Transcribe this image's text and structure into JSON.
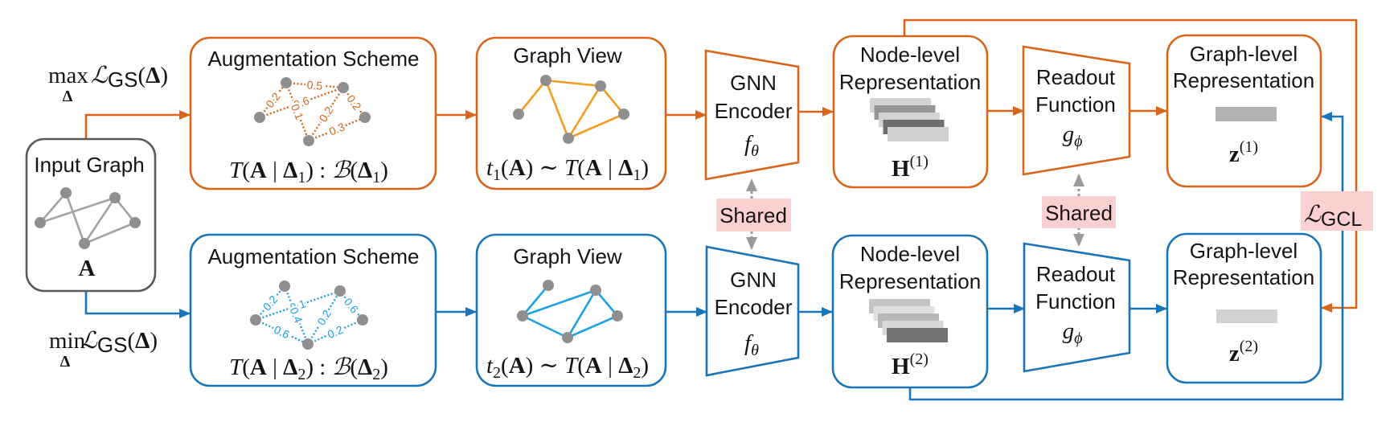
{
  "colors": {
    "view1": "#d8661a",
    "view2": "#1a75b8",
    "view1_edges": "#f39c1f",
    "view2_edges": "#1ea0e6",
    "input_edges": "#a3a3a3",
    "node": "#8f8f8f",
    "input_border": "#5a5a5a",
    "shared_bg": "#fbd0d0",
    "shared_link": "#9a9a9a"
  },
  "input_graph": {
    "title": "Input Graph",
    "symbol": "A",
    "edges": [
      [
        2,
        0
      ],
      [
        0,
        4
      ],
      [
        2,
        1
      ],
      [
        1,
        4
      ],
      [
        1,
        3
      ],
      [
        4,
        3
      ]
    ]
  },
  "branches": [
    {
      "objective": [
        "max",
        "Δ",
        "ℒ",
        "GS",
        "(",
        "Δ",
        ")"
      ],
      "augmentation": {
        "title": "Augmentation Scheme",
        "formula": [
          "T",
          "(",
          "A",
          " | ",
          "Δ",
          "1",
          ") : ",
          "ℬ",
          "(",
          "Δ",
          "1",
          ")"
        ],
        "edges": [
          {
            "from": 2,
            "to": 0,
            "weight": "0.2"
          },
          {
            "from": 0,
            "to": 1,
            "weight": "0.5"
          },
          {
            "from": 2,
            "to": 1,
            "weight": "0.6"
          },
          {
            "from": 0,
            "to": 4,
            "weight": "0.1"
          },
          {
            "from": 4,
            "to": 1,
            "weight": "0.2"
          },
          {
            "from": 1,
            "to": 3,
            "weight": "0.2"
          },
          {
            "from": 4,
            "to": 3,
            "weight": "0.3"
          }
        ]
      },
      "graph_view": {
        "title": "Graph View",
        "formula": [
          "t",
          "1",
          "(",
          "A",
          ") ∼ ",
          "T",
          "(",
          "A",
          " | ",
          "Δ",
          "1",
          ")"
        ],
        "edges": [
          [
            2,
            0
          ],
          [
            0,
            1
          ],
          [
            0,
            4
          ],
          [
            1,
            4
          ],
          [
            1,
            3
          ],
          [
            3,
            4
          ]
        ]
      },
      "encoder": {
        "line1": "GNN",
        "line2": "Encoder",
        "symbol": "f",
        "symbol_sub": "θ"
      },
      "node_repr": {
        "line1": "Node-level",
        "line2": "Representation",
        "symbol": "H",
        "sup": "(1)",
        "feature_shades": [
          "#d3d3d3",
          "#969696",
          "#d3d3d3",
          "#6e6e6e",
          "#cfcfcf"
        ]
      },
      "readout": {
        "line1": "Readout",
        "line2": "Function",
        "symbol": "g",
        "symbol_sub": "ϕ"
      },
      "graph_repr": {
        "line1": "Graph-level",
        "line2": "Representation",
        "symbol": "z",
        "sup": "(1)",
        "bar_color": "#b3b3b3"
      }
    },
    {
      "objective": [
        "min",
        "Δ",
        "ℒ",
        "GS",
        "(",
        "Δ",
        ")"
      ],
      "augmentation": {
        "title": "Augmentation Scheme",
        "formula": [
          "T",
          "(",
          "A",
          " | ",
          "Δ",
          "2",
          ") : ",
          "ℬ",
          "(",
          "Δ",
          "2",
          ")"
        ],
        "edges": [
          {
            "from": 2,
            "to": 0,
            "weight": "0.2"
          },
          {
            "from": 2,
            "to": 1,
            "weight": "0.1"
          },
          {
            "from": 0,
            "to": 4,
            "weight": "0.4"
          },
          {
            "from": 4,
            "to": 1,
            "weight": "0.2"
          },
          {
            "from": 1,
            "to": 3,
            "weight": "0.6"
          },
          {
            "from": 4,
            "to": 3,
            "weight": "0.2"
          },
          {
            "from": 2,
            "to": 4,
            "weight": "0.6"
          }
        ]
      },
      "graph_view": {
        "title": "Graph View",
        "formula": [
          "t",
          "2",
          "(",
          "A",
          ") ∼ ",
          "T",
          "(",
          "A",
          " | ",
          "Δ",
          "2",
          ")"
        ],
        "edges": [
          [
            0,
            2
          ],
          [
            2,
            1
          ],
          [
            1,
            4
          ],
          [
            1,
            3
          ],
          [
            2,
            4
          ],
          [
            3,
            4
          ]
        ]
      },
      "encoder": {
        "line1": "GNN",
        "line2": "Encoder",
        "symbol": "f",
        "symbol_sub": "θ"
      },
      "node_repr": {
        "line1": "Node-level",
        "line2": "Representation",
        "symbol": "H",
        "sup": "(2)",
        "feature_shades": [
          "#c4c4c4",
          "#e0e0e0",
          "#b8b8b8",
          "#d8d8d8",
          "#737373"
        ]
      },
      "readout": {
        "line1": "Readout",
        "line2": "Function",
        "symbol": "g",
        "symbol_sub": "ϕ"
      },
      "graph_repr": {
        "line1": "Graph-level",
        "line2": "Representation",
        "symbol": "z",
        "sup": "(2)",
        "bar_color": "#d3d3d3"
      }
    }
  ],
  "shared_labels": {
    "encoder": "Shared",
    "readout": "Shared"
  },
  "loss": {
    "symbol": "ℒ",
    "sub": "GCL"
  }
}
